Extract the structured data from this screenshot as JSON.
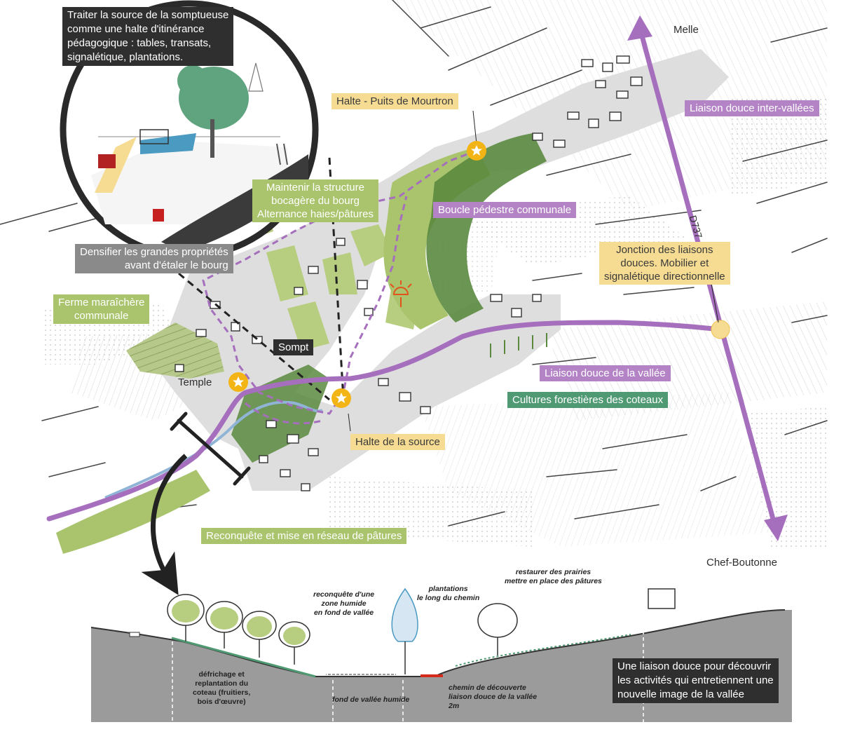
{
  "map": {
    "towns": {
      "melle": "Melle",
      "chef_boutonne": "Chef-Boutonne",
      "temple": "Temple",
      "sompt": "Sompt",
      "road": "D737"
    },
    "labels": {
      "halte_source_sompt": [
        "Traiter la source de la somptueuse",
        "comme une halte d'itinérance",
        "pédagogique : tables, transats,",
        "signalétique, plantations."
      ],
      "halte_puits": "Halte - Puits de Mourtron",
      "liaison_inter": "Liaison douce inter-vallées",
      "structure_bocagere": [
        "Maintenir la structure",
        "bocagère du bourg",
        "Alternance haies/pâtures"
      ],
      "boucle": "Boucle pédestre communale",
      "densifier": [
        "Densifier les grandes propriétés",
        "avant d'étaler le bourg"
      ],
      "jonction": [
        "Jonction des liaisons",
        "douces. Mobilier et",
        "signalétique directionnelle"
      ],
      "ferme": [
        "Ferme maraîchère",
        "communale"
      ],
      "liaison_vallee": "Liaison douce de la vallée",
      "cultures": "Cultures forestières des coteaux",
      "halte_source": "Halte de la source",
      "reconquete": "Reconquête et mise en réseau de pâtures"
    }
  },
  "section": {
    "restaurer": [
      "restaurer des prairies",
      "mettre en place des pâtures"
    ],
    "zone_humide": [
      "reconquête d'une",
      "zone humide",
      "en fond de vallée"
    ],
    "plantations": [
      "plantations",
      "le long du chemin"
    ],
    "defrichage": [
      "défrichage et",
      "replantation du",
      "coteau (fruitiers,",
      "bois d'œuvre)"
    ],
    "fond": "fond de vallée humide",
    "chemin": [
      "chemin de découverte",
      "liaison douce de la vallée",
      "2m"
    ],
    "summary": [
      "Une liaison douce pour découvrir",
      "les activités qui entretiennent une",
      "nouvelle image de la vallée"
    ]
  },
  "colors": {
    "purple": "#a56fbd",
    "olive": "#a9c46c",
    "dark_green": "#4c7a36",
    "grey_bourg": "#dedede",
    "yellow": "#f6dc92",
    "star": "#f3b416",
    "water": "#8fb4d6"
  }
}
